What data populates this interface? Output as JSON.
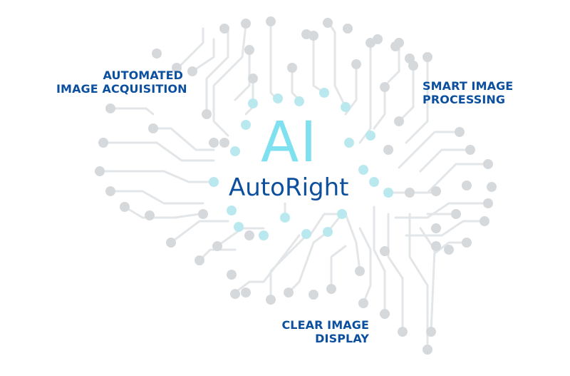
{
  "labels": {
    "automated_line1": "AUTOMATED",
    "automated_line2": "IMAGE ACQUISITION",
    "smart_line1": "SMART IMAGE",
    "smart_line2": "PROCESSING",
    "clear_line1": "CLEAR IMAGE",
    "clear_line2": "DISPLAY"
  },
  "center": {
    "ai": "AI",
    "brand": "AutoRight"
  },
  "colors": {
    "brand_blue": "#0b4f9e",
    "accent_cyan": "#7fe0ef",
    "circuit_gray": "#e3e6e8",
    "node_gray": "#d6d9dc",
    "node_cyan": "#b9e9ef"
  },
  "icons": {
    "background": "circuit-brain-icon"
  }
}
